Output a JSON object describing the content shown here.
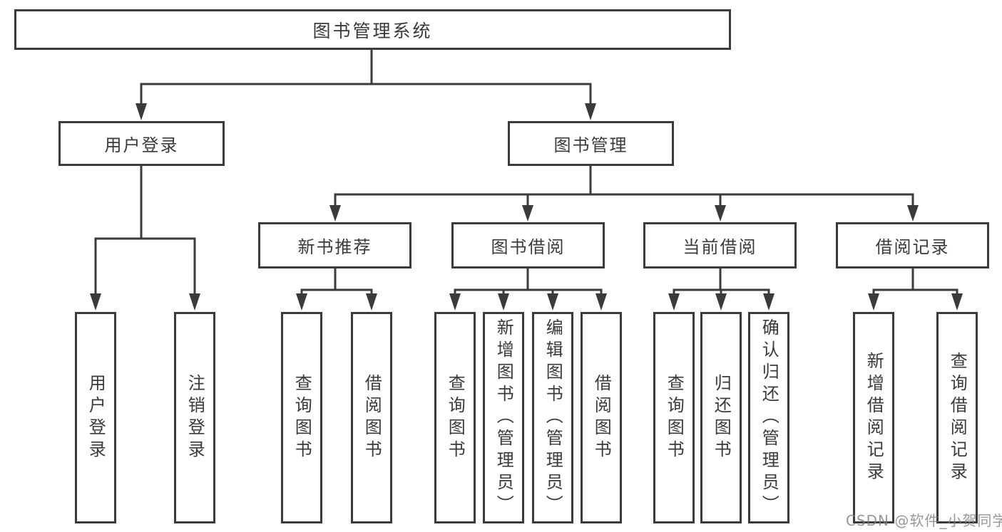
{
  "diagram": {
    "root": {
      "label": "图书管理系统"
    },
    "level2": [
      {
        "label": "用户登录",
        "children": [
          "用户登录",
          "注销登录"
        ]
      },
      {
        "label": "图书管理"
      }
    ],
    "level3": [
      {
        "label": "新书推荐",
        "children": [
          "查询图书",
          "借阅图书"
        ]
      },
      {
        "label": "图书借阅",
        "children": [
          "查询图书",
          "新增图书（管理员）",
          "编辑图书（管理员）",
          "借阅图书"
        ]
      },
      {
        "label": "当前借阅",
        "children": [
          "查询图书",
          "归还图书",
          "确认归还（管理员）"
        ]
      },
      {
        "label": "借阅记录",
        "children": [
          "新增借阅记录",
          "查询借阅记录"
        ]
      }
    ]
  },
  "watermark": "CSDN @软件_小贺同学",
  "colors": {
    "line": "#3b3b3b",
    "text": "#3a3a3a",
    "background": "#ffffff",
    "watermark": "#7d7d7d"
  }
}
